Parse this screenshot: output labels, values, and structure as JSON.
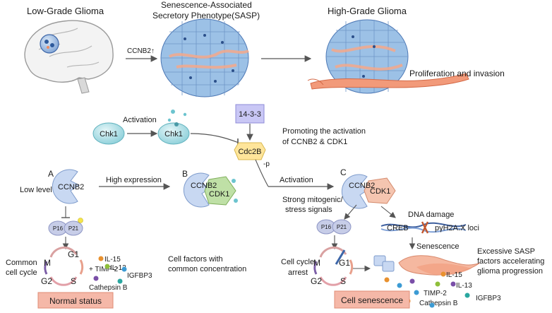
{
  "top": {
    "low_grade": "Low-Grade Glioma",
    "sasp_line1": "Senescence-Associated",
    "sasp_line2": "Secretory Phenotype(SASP)",
    "high_grade": "High-Grade Glioma",
    "ccnb2_up": "CCNB2↑",
    "proliferation": "Proliferation and invasion"
  },
  "middle": {
    "chk1_left": "Chk1",
    "activation_1": "Activation",
    "chk1_right": "Chk1",
    "box_1433": "14-3-3",
    "cdc2b": "Cdc2B",
    "promoting_line1": "Promoting the activation",
    "promoting_line2": "of CCNB2 & CDK1",
    "minus_p": "-p"
  },
  "panel_a": {
    "letter": "A",
    "low_level": "Low level",
    "ccnb2": "CCNB2",
    "p16": "P16",
    "p21": "P21",
    "common_1": "Common",
    "common_2": "cell cycle",
    "m": "M",
    "g1": "G1",
    "g2": "G2",
    "s": "S",
    "plus_timp2": "+ TIMP-2",
    "il15": "IL-15",
    "il13": "IL-13",
    "igfbp3": "IGFBP3",
    "cathepsin": "Cathepsin B",
    "factors_1": "Cell factors with",
    "factors_2": "common concentration",
    "status": "Normal status"
  },
  "panel_b": {
    "high_expression": "High expression",
    "letter": "B",
    "ccnb2": "CCNB2",
    "cdk1": "CDK1"
  },
  "panel_c": {
    "activation": "Activation",
    "letter": "C",
    "ccnb2": "CCNB2",
    "cdk1": "CDK1",
    "mitogenic_1": "Strong mitogenic/",
    "mitogenic_2": "stress signals",
    "dna_damage": "DNA damage",
    "p16": "P16",
    "p21": "P21",
    "creb": "CREB",
    "loci": "pγH2A.X loci",
    "arrest_1": "Cell cycle",
    "arrest_2": "arrest",
    "m": "M",
    "g1": "G1",
    "g2": "G2",
    "s": "S",
    "senescence": "Senescence",
    "excessive_1": "Excessive SASP",
    "excessive_2": "factors accelerating",
    "excessive_3": "glioma progression",
    "il15": "IL-15",
    "il13": "IL-13",
    "timp2": "TIMP-2",
    "igfbp3": "IGFBP3",
    "cathepsin": "Cathepsin B",
    "status": "Cell senescence"
  },
  "colors": {
    "chk1": "#a9dfe6",
    "box_1433": "#c9c7f5",
    "cdc2b": "#ffe59a",
    "ccnb2": "#c8d8f2",
    "cdk1": "#bfe0a6",
    "p16p21": "#c7cde8",
    "status_bg": "#f5b8a8"
  }
}
